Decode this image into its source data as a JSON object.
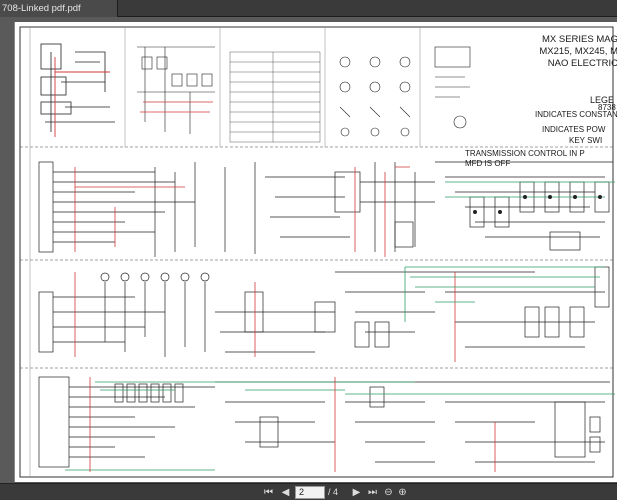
{
  "tab": {
    "title": "708-Linked pdf.pdf"
  },
  "page": {
    "title_lines": [
      "MX SERIES MAG",
      "MX215, MX245, M",
      "NAO ELECTRIC"
    ],
    "sheet_number": "8738",
    "legend_heading": "LEGE",
    "legend_lines": [
      "INDICATES CONSTAN",
      "INDICATES POW",
      "KEY SWI"
    ],
    "transmission_lines": [
      "TRANSMISSION CONTROL IN P",
      "MFD IS OFF"
    ]
  },
  "toolbar": {
    "current_page": "2",
    "separator": "/ 4",
    "icons": [
      "first-page-icon",
      "prev-page-icon",
      "next-page-icon",
      "last-page-icon",
      "zoom-out-icon",
      "zoom-in-icon",
      "fit-page-icon"
    ]
  },
  "colors": {
    "wire_red": "#d23a3a",
    "wire_green": "#2f9e6a",
    "wire_black": "#222222",
    "viewer_bg": "#5a5a5a"
  }
}
